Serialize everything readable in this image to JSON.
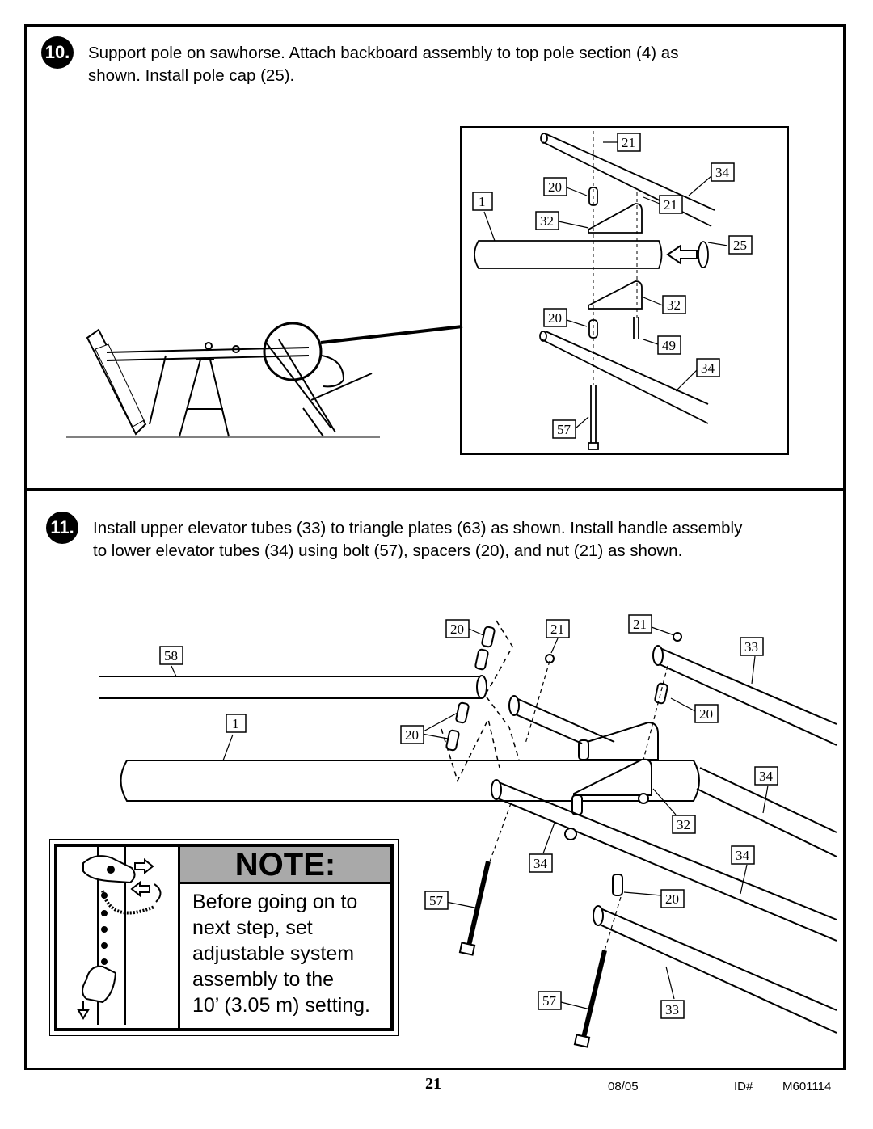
{
  "step10": {
    "number": "10.",
    "text_line1": "Support pole on sawhorse.  Attach backboard assembly to top pole section (4) as",
    "text_line2": "shown.  Install pole cap (25).",
    "detail_labels": [
      "21",
      "34",
      "20",
      "1",
      "21",
      "32",
      "25",
      "32",
      "20",
      "49",
      "34",
      "57"
    ]
  },
  "step11": {
    "number": "11.",
    "text_line1": "Install upper elevator tubes (33) to triangle plates (63) as shown. Install handle assembly",
    "text_line2": "to lower elevator tubes (34) using bolt (57), spacers (20), and nut (21) as shown.",
    "labels": [
      "20",
      "21",
      "21",
      "58",
      "33",
      "1",
      "20",
      "20",
      "34",
      "32",
      "34",
      "34",
      "57",
      "20",
      "57",
      "33"
    ]
  },
  "note": {
    "heading": "NOTE:",
    "line1": "Before going on to",
    "line2": "next step, set",
    "line3": "adjustable system",
    "line4": "assembly to the",
    "line5": "10’ (3.05 m) setting."
  },
  "footer": {
    "page": "21",
    "date": "08/05",
    "id_label": "ID#",
    "model": "M601114"
  }
}
